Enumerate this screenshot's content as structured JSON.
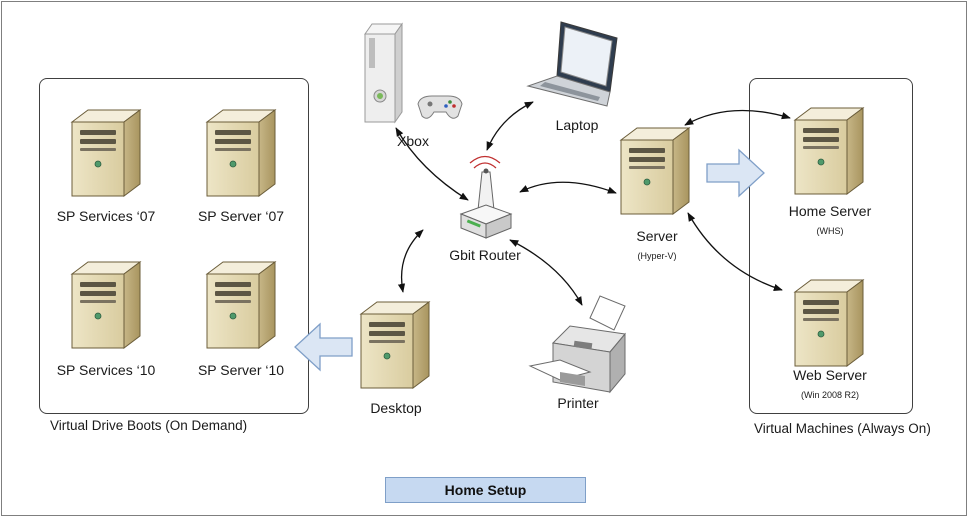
{
  "title": "Home Setup",
  "groups": {
    "virtual_drive_boots": "Virtual Drive Boots (On Demand)",
    "virtual_machines": "Virtual Machines (Always On)"
  },
  "devices": {
    "xbox": "Xbox",
    "laptop": "Laptop",
    "router": "Gbit Router",
    "server": "Server",
    "server_sub": "(Hyper-V)",
    "desktop": "Desktop",
    "printer": "Printer",
    "home_server": "Home Server",
    "home_server_sub": "(WHS)",
    "web_server": "Web Server",
    "web_server_sub": "(Win 2008 R2)",
    "sp_services_07": "SP Services ‘07",
    "sp_server_07": "SP Server ‘07",
    "sp_services_10": "SP Services ‘10",
    "sp_server_10": "SP Server ‘10"
  },
  "colors": {
    "tower_front": "#e6dcb8",
    "tower_side": "#b9a779",
    "tower_top": "#f2ecd5",
    "arrow_fill": "#dbe6f4",
    "arrow_stroke": "#7f9fc8",
    "title_fill": "#c6d9f1"
  }
}
